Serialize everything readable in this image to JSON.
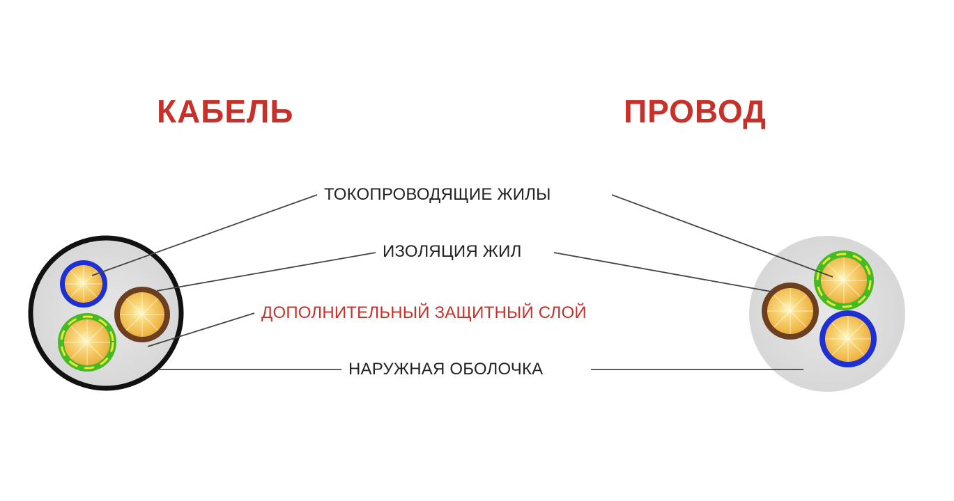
{
  "titles": {
    "cable": "КАБЕЛЬ",
    "wire": "ПРОВОД"
  },
  "labels": {
    "conductors": "ТОКОПРОВОДЯЩИЕ ЖИЛЫ",
    "insulation": "ИЗОЛЯЦИЯ ЖИЛ",
    "protective_layer": "ДОПОЛНИТЕЛЬНЫЙ ЗАЩИТНЫЙ СЛОЙ",
    "outer_sheath": "НАРУЖНАЯ ОБОЛОЧКА"
  },
  "colors": {
    "title": "#c8302a",
    "label": "#222222",
    "highlight_label": "#c8302a",
    "leader_line": "#444444",
    "sheath_fill": "#dcdcdc",
    "cable_outer_ring": "#111111",
    "insulation_blue": "#1e2fd4",
    "insulation_brown": "#6b3f1f",
    "insulation_green": "#44bb22",
    "insulation_yellow": "#f2e43a",
    "copper_core": "#f3c45c"
  },
  "icons": [
    "cable-cross-section",
    "wire-cross-section"
  ]
}
